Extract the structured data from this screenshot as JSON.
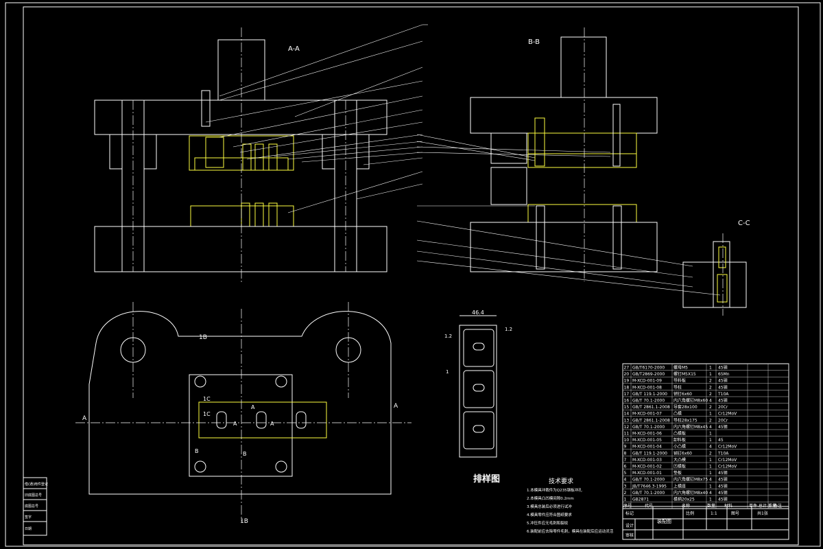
{
  "views": {
    "section_aa": "A-A",
    "section_bb": "B-B",
    "section_cc": "C-C",
    "plan_a_left": "A",
    "plan_a_right": "A",
    "plan_b_top": "B",
    "plan_b_bottom": "B",
    "plan_1b_top": "1B",
    "plan_1b_bottom": "1B",
    "plan_1c": "1C",
    "plan_1c_b": "1C",
    "plan_b_small": "B",
    "plan_a_small": "A",
    "plan_a_small2": "A",
    "plan_a_small3": "A"
  },
  "strip_layout": {
    "title": "排样图",
    "dim_width": "46.4",
    "dim_left": "1.2",
    "dim_right": "1.2",
    "dim_pitch": "1"
  },
  "tech_requirements": {
    "title": "技术要求",
    "items": [
      "1.本模具冲裁件为Q235钢板冲孔",
      "2.本模具凸凹模间隙0.2mm",
      "3.模具总装后必须进行试冲",
      "4.模具零件应符合图纸要求",
      "5.冲压件应无毛刺和裂纹",
      "6.装配前应去除零件毛刺，模具在装配后应运动灵活"
    ]
  },
  "parts": [
    {
      "no": "27",
      "code": "GB/T6170-2000",
      "name": "螺母M5",
      "qty": "1",
      "mat": "45钢"
    },
    {
      "no": "20",
      "code": "GB/T2869-2000",
      "name": "螺钉M5X15",
      "qty": "1",
      "mat": "65Mn"
    },
    {
      "no": "19",
      "code": "M-XCD-001-09",
      "name": "导料板",
      "qty": "2",
      "mat": "45钢"
    },
    {
      "no": "18",
      "code": "M-XCD-001-08",
      "name": "导柱",
      "qty": "2",
      "mat": "45钢"
    },
    {
      "no": "17",
      "code": "GB/T 119.1-2000",
      "name": "销钉6x60",
      "qty": "2",
      "mat": "T10A"
    },
    {
      "no": "16",
      "code": "GB/T 70.1-2000",
      "name": "内六角螺钉M8x60",
      "qty": "4",
      "mat": "45钢"
    },
    {
      "no": "15",
      "code": "GB/T 2861.1-2008",
      "name": "导套28x100",
      "qty": "2",
      "mat": "20Cr"
    },
    {
      "no": "14",
      "code": "M-XCD-001-07",
      "name": "凸模",
      "qty": "1",
      "mat": "Cr12MoV"
    },
    {
      "no": "13",
      "code": "GB/T 2861.1-2008",
      "name": "导柱28x175",
      "qty": "2",
      "mat": "20Cr"
    },
    {
      "no": "12",
      "code": "GB/T 70.1-2000",
      "name": "内六角螺钉M8x45",
      "qty": "4",
      "mat": "45钢"
    },
    {
      "no": "11",
      "code": "M-XCD-001-06",
      "name": "凸模板",
      "qty": "1",
      "mat": ""
    },
    {
      "no": "10",
      "code": "M-XCD-001-05",
      "name": "卸料板",
      "qty": "1",
      "mat": "45"
    },
    {
      "no": "9",
      "code": "M-XCD-001-04",
      "name": "小凸模",
      "qty": "4",
      "mat": "Cr12MoV"
    },
    {
      "no": "8",
      "code": "GB/T 119.1-2000",
      "name": "销钉6x60",
      "qty": "2",
      "mat": "T10A"
    },
    {
      "no": "7",
      "code": "M-XCD-001-03",
      "name": "大凸模",
      "qty": "1",
      "mat": "Cr12MoV"
    },
    {
      "no": "6",
      "code": "M-XCD-001-02",
      "name": "凹模板",
      "qty": "1",
      "mat": "Cr12MoV"
    },
    {
      "no": "5",
      "code": "M-XCD-001-01",
      "name": "垫板",
      "qty": "1",
      "mat": "45钢"
    },
    {
      "no": "4",
      "code": "GB/T 70.1-2000",
      "name": "内六角螺钉M8x75",
      "qty": "4",
      "mat": "45钢"
    },
    {
      "no": "3",
      "code": "JB/T7646.3-1995",
      "name": "上模座",
      "qty": "1",
      "mat": "45钢"
    },
    {
      "no": "2",
      "code": "GB/T 70.1-2000",
      "name": "内六角螺钉M8x40",
      "qty": "4",
      "mat": "45钢"
    },
    {
      "no": "1",
      "code": "GB2871",
      "name": "模柄20x25",
      "qty": "1",
      "mat": "45钢"
    }
  ],
  "parts_header": {
    "no": "序号",
    "code": "代号",
    "name": "名称",
    "qty": "数量",
    "mat": "材料",
    "mass": "单件 总计 重量",
    "remark": "备注"
  },
  "title_block": {
    "drawing_name": "装配图",
    "scale_label": "比例",
    "scale": "1:1",
    "sheet_label": "图号",
    "sheet": "共1张",
    "design": "设计",
    "check": "审核",
    "mark": "标记"
  },
  "side_block": [
    "借(通)用件登记",
    "旧底图总号",
    "底图总号",
    "签字",
    "日期"
  ]
}
